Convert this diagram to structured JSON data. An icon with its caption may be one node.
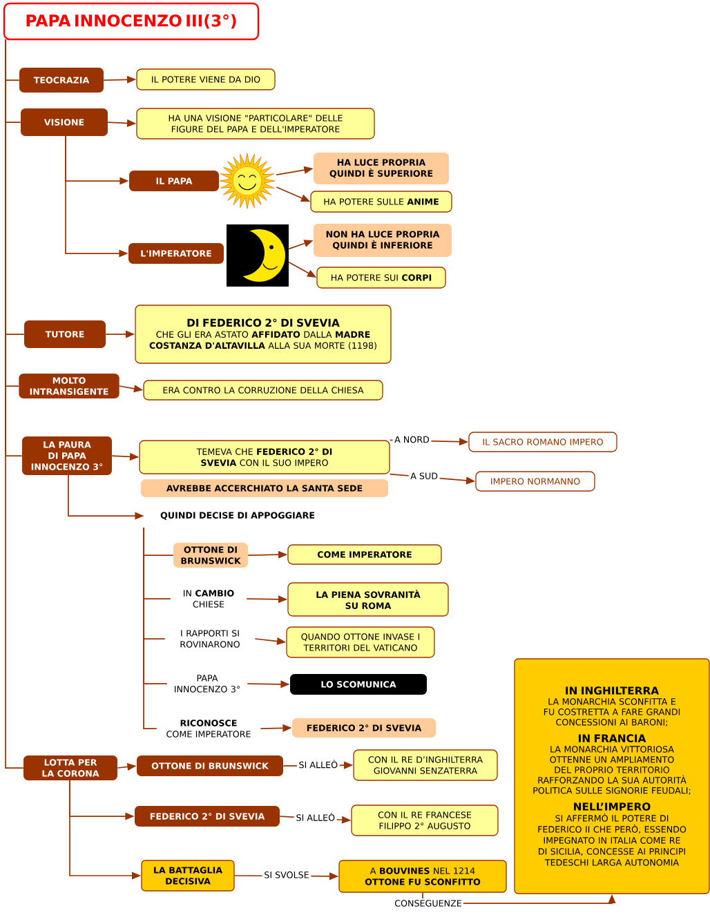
{
  "diagram": {
    "nodes": [
      {
        "text": [
          "PAPA INNOCENZO III(3°)"
        ]
      },
      {
        "text": [
          "TEOCRAZIA"
        ]
      },
      {
        "text": [
          "IL POTERE VIENE DA DIO"
        ]
      },
      {
        "text": [
          "VISIONE"
        ]
      },
      {
        "text": [
          "HA UNA VISIONE \"PARTICOLARE\" DELLE FIGURE DEL PAPA E DELL'IMPERATORE"
        ]
      },
      {
        "text": [
          "IL PAPA"
        ]
      },
      {
        "text": [],
        "shape": "picture"
      },
      {
        "text": [
          "HA LUCE PROPRIA QUINDI È SUPERIORE"
        ]
      },
      {
        "text": [
          "HA POTERE SULLE **ANIME**"
        ]
      },
      {
        "text": [
          "L'IMPERATORE"
        ]
      },
      {
        "text": [],
        "shape": "picture"
      },
      {
        "text": [
          "NON HA LUCE PROPRIA QUINDI È INFERIORE"
        ]
      },
      {
        "text": [
          "HA POTERE SUI **CORPI**"
        ]
      },
      {
        "text": [
          "TUTORE"
        ]
      },
      {
        "text": [
          "DI FEDERICO 2° DI SVEVIA",
          "CHE GLI ERA ASTATO **AFFIDATO** DALLA **MADRE COSTANZA D'ALTAVILLA** ALLA SUA MORTE (1198)"
        ]
      },
      {
        "text": [
          "MOLTO INTRANSIGENTE"
        ]
      },
      {
        "text": [
          "ERA CONTRO LA CORRUZIONE DELLA CHIESA"
        ]
      },
      {
        "text": [
          "LA PAURA DI PAPA INNOCENZO 3°"
        ]
      },
      {
        "text": [
          "TEMEVA CHE **FEDERICO 2° DI SVEVIA** CON IL SUO IMPERO"
        ]
      },
      {
        "text": [
          "AVREBBE ACCERCHIATO LA SANTA SEDE"
        ]
      },
      {
        "text": [
          "IL SACRO ROMANO IMPERO"
        ]
      },
      {
        "text": [
          "IMPERO NORMANNO"
        ]
      },
      {
        "text": [
          "QUINDI DECISE DI APPOGGIARE"
        ]
      },
      {
        "text": [
          "OTTONE DI BRUNSWICK"
        ]
      },
      {
        "text": [
          "COME  IMPERATORE"
        ]
      },
      {
        "text": [
          "IN **CAMBIO** CHIESE"
        ]
      },
      {
        "text": [
          "LA PIENA SOVRANITÀ SU ROMA"
        ]
      },
      {
        "text": [
          "I RAPPORTI SI ROVINARONO"
        ]
      },
      {
        "text": [
          "QUANDO OTTONE INVASE I TERRITORI DEL VATICANO"
        ]
      },
      {
        "text": [
          "PAPA INNOCENZO 3°"
        ]
      },
      {
        "text": [
          "LO SCOMUNICA"
        ]
      },
      {
        "text": [
          "**RICONOSCE** COME IMPERATORE"
        ]
      },
      {
        "text": [
          "FEDERICO 2° DI SVEVIA"
        ]
      },
      {
        "text": [
          "LOTTA PER LA CORONA"
        ]
      },
      {
        "text": [
          "OTTONE DI BRUNSWICK"
        ]
      },
      {
        "text": [
          "CON IL RE D’INGHILTERRA GIOVANNI SENZATERRA"
        ]
      },
      {
        "text": [
          "FEDERICO 2° DI SVEVIA"
        ]
      },
      {
        "text": [
          "CON IL RE FRANCESE FILIPPO 2° AUGUSTO"
        ]
      },
      {
        "text": [
          "LA BATTAGLIA DECISIVA"
        ]
      },
      {
        "text": [
          "A **BOUVINES** NEL 1214 **OTTONE FU SCONFITTO**"
        ]
      },
      {
        "text": [
          "IN INGHILTERRA",
          "LA MONARCHIA SCONFITTA E FU COSTRETTA A FARE GRANDI CONCESSIONI AI BARONI;",
          "IN FRANCIA",
          "LA MONARCHIA VITTORIOSA OTTENNE UN AMPLIAMENTO DEL PROPRIO TERRITORIO RAFFORZANDO LA SUA AUTORITÀ POLITICA SULLE SIGNORIE FEUDALI;",
          "NELL’IMPERO",
          "SI AFFERMÒ IL POTERE DI FEDERICO II CHE PERÒ, ESSENDO IMPEGNATO IN ITALIA COME RE DI SICILIA, CONCESSE AI PRINCIPI TEDESCHI LARGA AUTONOMIA"
        ]
      }
    ],
    "edges": [
      {
        "from": 0,
        "to": 1,
        "arrow": "none"
      },
      {
        "from": 0,
        "to": 3,
        "arrow": "none"
      },
      {
        "from": 0,
        "to": 13,
        "arrow": "none"
      },
      {
        "from": 0,
        "to": 15,
        "arrow": "none"
      },
      {
        "from": 0,
        "to": 17,
        "arrow": "none"
      },
      {
        "from": 0,
        "to": 33,
        "arrow": "none"
      },
      {
        "from": 1,
        "to": 2,
        "arrow": "to"
      },
      {
        "from": 3,
        "to": 4,
        "arrow": "to"
      },
      {
        "from": 3,
        "to": 5,
        "arrow": "to"
      },
      {
        "from": 3,
        "to": 9,
        "arrow": "to"
      },
      {
        "from": 6,
        "to": 7,
        "arrow": "to"
      },
      {
        "from": 6,
        "to": 8,
        "arrow": "to"
      },
      {
        "from": 10,
        "to": 11,
        "arrow": "to"
      },
      {
        "from": 10,
        "to": 12,
        "arrow": "to"
      },
      {
        "from": 13,
        "to": 14,
        "arrow": "to"
      },
      {
        "from": 15,
        "to": 16,
        "arrow": "to"
      },
      {
        "from": 17,
        "to": 18,
        "arrow": "to"
      },
      {
        "from": 18,
        "to": 20,
        "arrow": "to",
        "label": "A NORD"
      },
      {
        "from": 18,
        "to": 21,
        "arrow": "to",
        "label": "A SUD"
      },
      {
        "from": 17,
        "to": 22,
        "arrow": "to"
      },
      {
        "from": 22,
        "to": 23,
        "arrow": "none"
      },
      {
        "from": 22,
        "to": 25,
        "arrow": "none"
      },
      {
        "from": 22,
        "to": 27,
        "arrow": "none"
      },
      {
        "from": 22,
        "to": 29,
        "arrow": "none"
      },
      {
        "from": 22,
        "to": 31,
        "arrow": "none"
      },
      {
        "from": 23,
        "to": 24,
        "arrow": "to"
      },
      {
        "from": 25,
        "to": 26,
        "arrow": "to"
      },
      {
        "from": 27,
        "to": 28,
        "arrow": "to"
      },
      {
        "from": 29,
        "to": 30,
        "arrow": "to"
      },
      {
        "from": 31,
        "to": 32,
        "arrow": "to"
      },
      {
        "from": 33,
        "to": 34,
        "arrow": "to"
      },
      {
        "from": 33,
        "to": 36,
        "arrow": "to"
      },
      {
        "from": 33,
        "to": 38,
        "arrow": "to"
      },
      {
        "from": 34,
        "to": 35,
        "arrow": "to",
        "label": "SI ALLEÒ"
      },
      {
        "from": 36,
        "to": 37,
        "arrow": "to",
        "label": "SI ALLEÒ"
      },
      {
        "from": 38,
        "to": 39,
        "arrow": "to",
        "label": "SI SVOLSE"
      },
      {
        "from": 39,
        "to": 40,
        "arrow": "to",
        "label": "CONSEGUENZE"
      }
    ]
  }
}
